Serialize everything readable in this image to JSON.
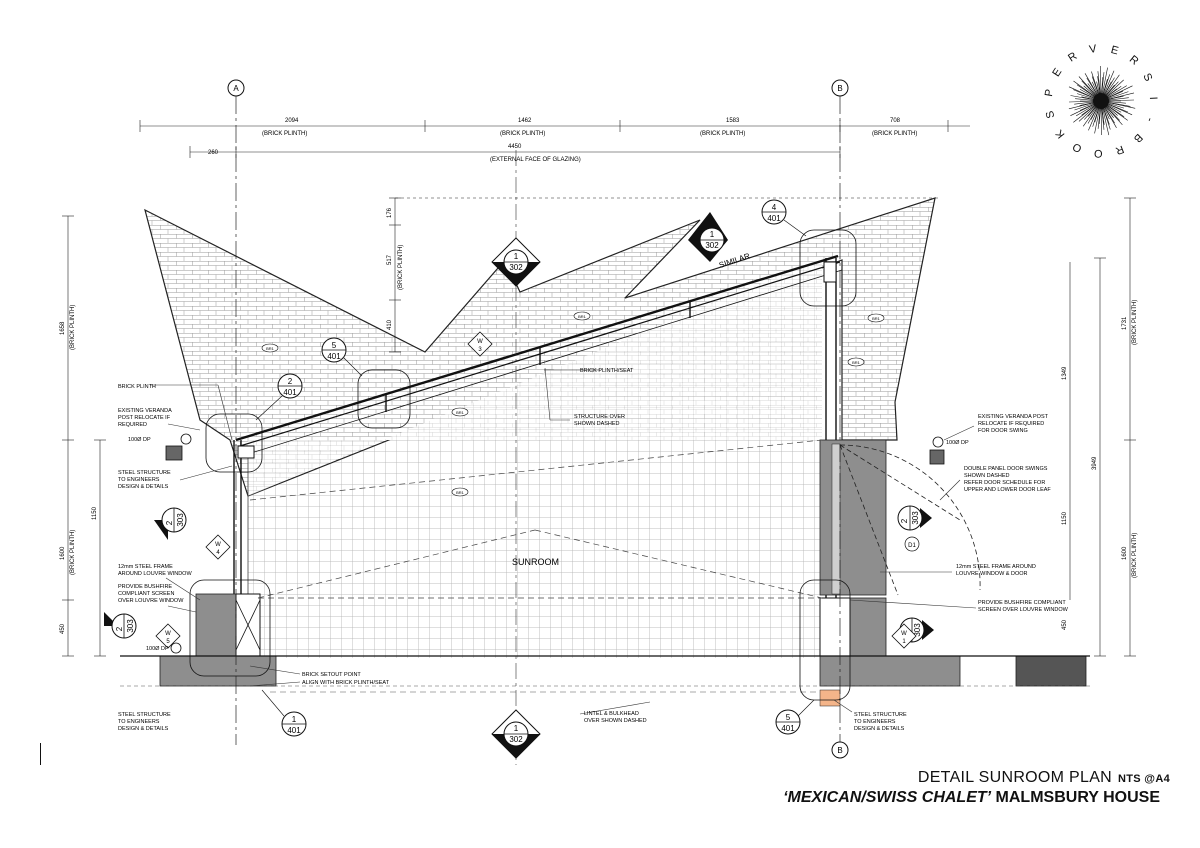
{
  "logo": {
    "letters": [
      "P",
      "E",
      "R",
      "V",
      "E",
      "R",
      "S",
      "I",
      "-",
      "B",
      "R",
      "O",
      "O",
      "K",
      "S"
    ]
  },
  "title": {
    "main": "DETAIL SUNROOM PLAN",
    "scale": "NTS @A4"
  },
  "subtitle": {
    "quoted": "‘MEXICAN/SWISS CHALET’",
    "rest": "MALMSBURY HOUSE"
  },
  "grid": {
    "a": "A",
    "b": "B"
  },
  "dims": {
    "top": [
      "2094",
      "1462",
      "1583",
      "708"
    ],
    "plinth": "(BRICK PLINTH)",
    "overall": "4450",
    "overall_note": "(EXTERNAL FACE OF GLAZING)",
    "small": "260",
    "left": [
      "1658",
      "1600",
      "450",
      "1150"
    ],
    "right": [
      "1731",
      "1600",
      "3949",
      "1349",
      "1150",
      "450"
    ],
    "mid": [
      "176",
      "517",
      "410"
    ]
  },
  "labels": {
    "sunroom": "SUNROOM",
    "similar": "SIMILAR",
    "brick_plinth": "BRICK PLINTH",
    "existing_post_l": [
      "EXISTING VERANDA",
      "POST RELOCATE IF",
      "REQUIRED"
    ],
    "existing_post_r": [
      "EXISTING VERANDA POST",
      "RELOCATE IF REQUIRED",
      "FOR DOOR SWING"
    ],
    "dp100": "100Ø DP",
    "steel_l": [
      "STEEL STRUCTURE",
      "TO ENGINEERS",
      "DESIGN & DETAILS"
    ],
    "frame_l": [
      "12mm STEEL FRAME",
      "AROUND LOUVRE WINDOW"
    ],
    "screen_l": [
      "PROVIDE BUSHFIRE",
      "COMPLIANT SCREEN",
      "OVER LOUVRE WINDOW"
    ],
    "steel_bl": [
      "STEEL STRUCTURE",
      "TO ENGINEERS",
      "DESIGN & DETAILS"
    ],
    "brick_setout": [
      "BRICK SETOUT POINT",
      "ALIGN WITH BRICK PLINTH/SEAT"
    ],
    "lintel": [
      "LINTEL & BULKHEAD",
      "OVER SHOWN DASHED"
    ],
    "steel_br": [
      "STEEL STRUCTURE",
      "TO ENGINEERS",
      "DESIGN & DETAILS"
    ],
    "plinth_seat": "BRICK PLINTH/SEAT",
    "structure_over": [
      "STRUCTURE OVER",
      "SHOWN DASHED"
    ],
    "door": [
      "DOUBLE PANEL DOOR SWINGS",
      "SHOWN DASHED",
      "REFER DOOR SCHEDULE FOR",
      "UPPER AND LOWER DOOR LEAF"
    ],
    "frame_r": [
      "12mm STEEL FRAME AROUND",
      "LOUVRE WINDOW & DOOR"
    ],
    "screen_r": [
      "PROVIDE BUSHFIRE COMPLIANT",
      "SCREEN OVER LOUVRE WINDOW"
    ],
    "tag": "BR1",
    "d1": "D1"
  },
  "callouts": [
    {
      "num": "1",
      "ref": "302"
    },
    {
      "num": "1",
      "ref": "302"
    },
    {
      "num": "4",
      "ref": "401"
    },
    {
      "num": "5",
      "ref": "401"
    },
    {
      "num": "2",
      "ref": "401"
    },
    {
      "num": "2",
      "ref": "303"
    },
    {
      "num": "2",
      "ref": "303"
    },
    {
      "num": "2",
      "ref": "303"
    },
    {
      "num": "1",
      "ref": "303"
    },
    {
      "num": "1",
      "ref": "401"
    },
    {
      "num": "1",
      "ref": "302"
    },
    {
      "num": "5",
      "ref": "401"
    }
  ],
  "windows": {
    "w": "W",
    "ids": [
      "3",
      "4",
      "5",
      "1"
    ]
  }
}
